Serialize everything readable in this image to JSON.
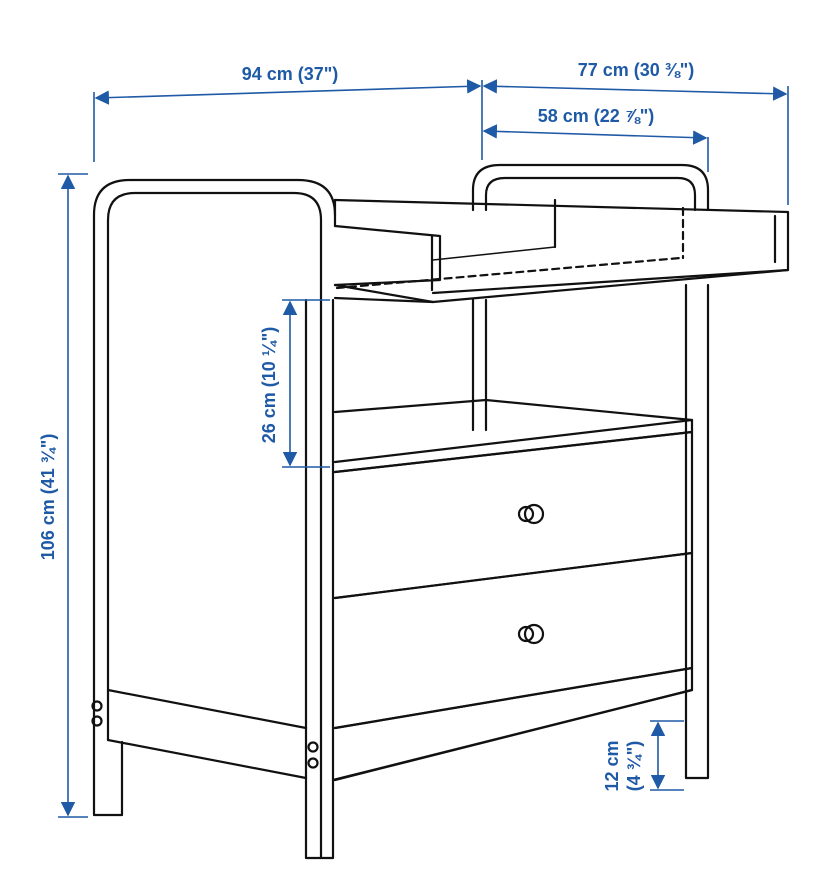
{
  "dimensions": {
    "width_total": "94 cm (37\")",
    "depth_total": "77 cm (30 ⅜\")",
    "depth_inner": "58 cm (22 ⅞\")",
    "height_total": "106 cm (41 ¾\")",
    "shelf_gap": "26 cm (10 ¼\")",
    "floor_clearance_line1": "12 cm",
    "floor_clearance_line2": "(4 ¾\")"
  },
  "colors": {
    "dimension": "#1f5aa6",
    "outline": "#111111",
    "background": "#ffffff"
  }
}
